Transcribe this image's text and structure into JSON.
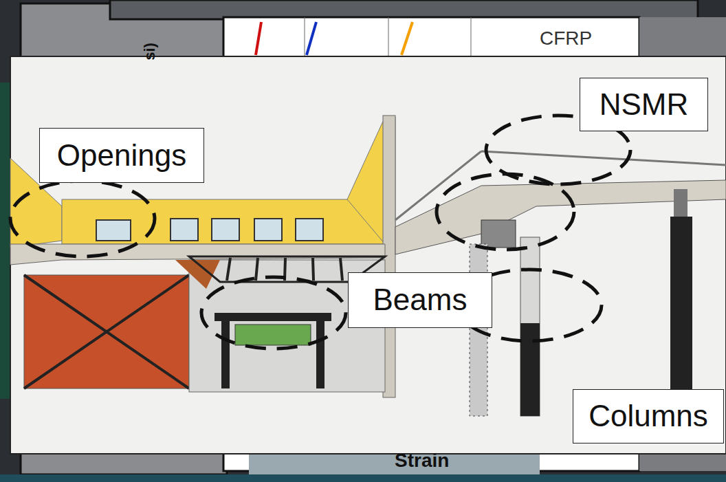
{
  "diagram": {
    "nodes": [
      {
        "text": [
          "NSMR"
        ]
      },
      {
        "text": [
          "Openings"
        ]
      },
      {
        "text": [
          "Beams"
        ]
      },
      {
        "text": [
          "Columns"
        ]
      }
    ],
    "labels": [
      "CFRP",
      "si)",
      "Strain"
    ]
  }
}
